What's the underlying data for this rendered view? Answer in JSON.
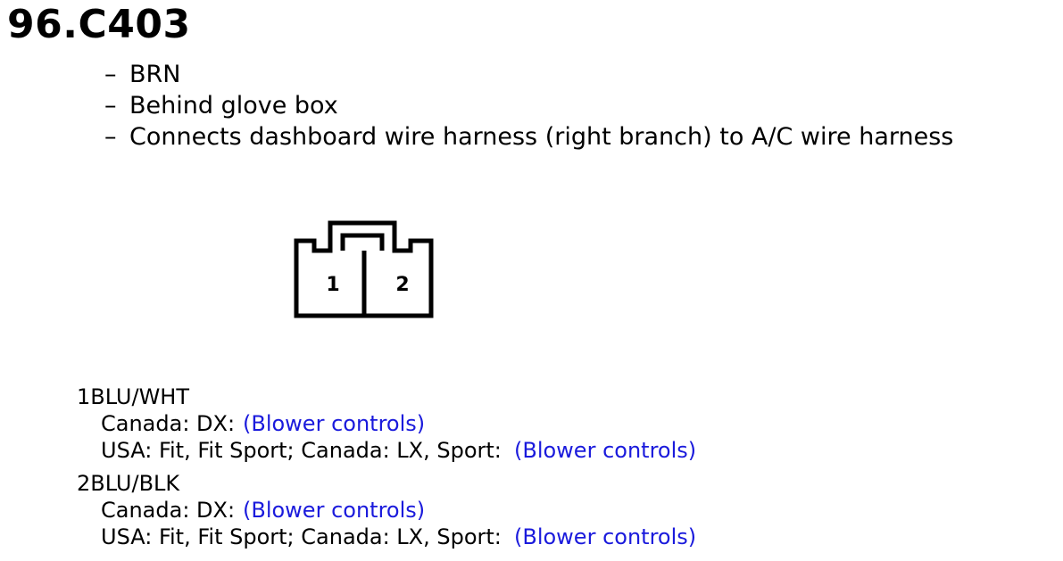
{
  "title": "96.C403",
  "bullets": [
    "BRN",
    "Behind glove box",
    "Connects dashboard wire harness (right branch) to A/C wire harness"
  ],
  "bullet_dash": "–",
  "connector": {
    "pin_labels": [
      "1",
      "2"
    ]
  },
  "pins": [
    {
      "number": "1",
      "color": "BLU/WHT",
      "entries": [
        {
          "models": "Canada: DX:",
          "link": "(Blower controls)"
        },
        {
          "models": "USA: Fit, Fit Sport; Canada: LX, Sport:",
          "link": "(Blower controls)"
        }
      ]
    },
    {
      "number": "2",
      "color": "BLU/BLK",
      "entries": [
        {
          "models": "Canada: DX:",
          "link": "(Blower controls)"
        },
        {
          "models": "USA: Fit, Fit Sport; Canada: LX, Sport:",
          "link": "(Blower controls)"
        }
      ]
    }
  ],
  "colors": {
    "link": "#1a1adc",
    "text": "#000000"
  }
}
